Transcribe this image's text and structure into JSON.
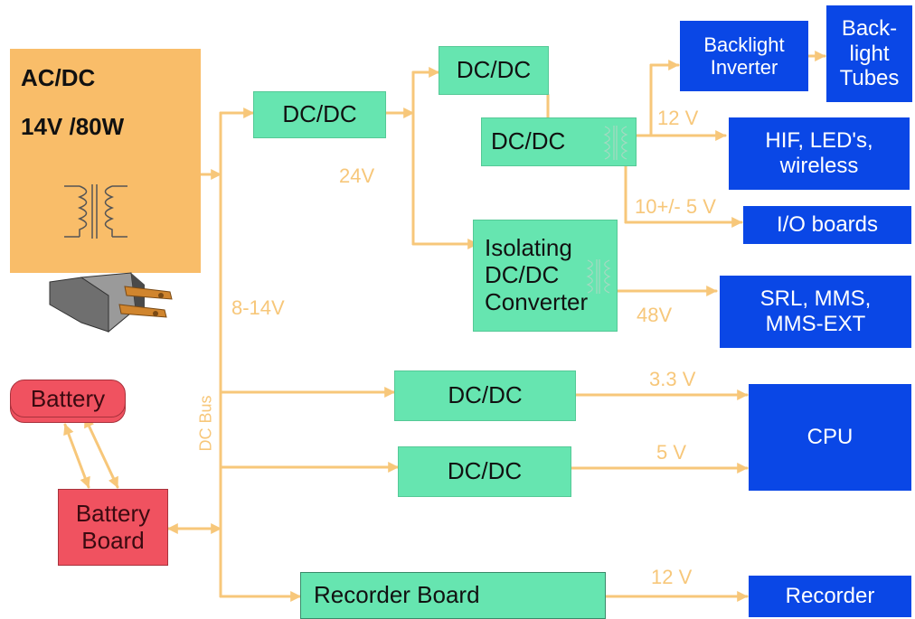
{
  "colors": {
    "power_supply": "#f9bd69",
    "converter": "#66e5b0",
    "load": "#0a47e6",
    "battery": "#f05260",
    "connector": "#f7c77a",
    "label": "#f7c77a"
  },
  "nodes": {
    "acdc": {
      "line1": "AC/DC",
      "line2": "14V /80W"
    },
    "dcdc_main": "DC/DC",
    "dcdc_top": "DC/DC",
    "dcdc_iso": "DC/DC",
    "isolating": {
      "line1": "Isolating",
      "line2": "DC/DC",
      "line3": "Converter"
    },
    "dcdc_cpu1": "DC/DC",
    "dcdc_cpu2": "DC/DC",
    "recorder_board": "Recorder Board",
    "backlight_inverter": {
      "line1": "Backlight",
      "line2": "Inverter"
    },
    "backlight_tubes": {
      "line1": "Back-",
      "line2": "light",
      "line3": "Tubes"
    },
    "hif": {
      "line1": "HIF, LED's,",
      "line2": "wireless"
    },
    "io_boards": "I/O boards",
    "srl": {
      "line1": "SRL, MMS,",
      "line2": "MMS-EXT"
    },
    "cpu": "CPU",
    "recorder": "Recorder",
    "battery": "Battery",
    "battery_board": {
      "line1": "Battery",
      "line2": "Board"
    }
  },
  "labels": {
    "v24": "24V",
    "v8_14": "8-14V",
    "dc_bus": "DC Bus",
    "v12_hif": "12 V",
    "v10": "10+/- 5 V",
    "v48": "48V",
    "v33": "3.3 V",
    "v5": "5 V",
    "v12_rec": "12 V"
  },
  "icons": [
    "transformer-icon",
    "ac-plug-icon"
  ]
}
